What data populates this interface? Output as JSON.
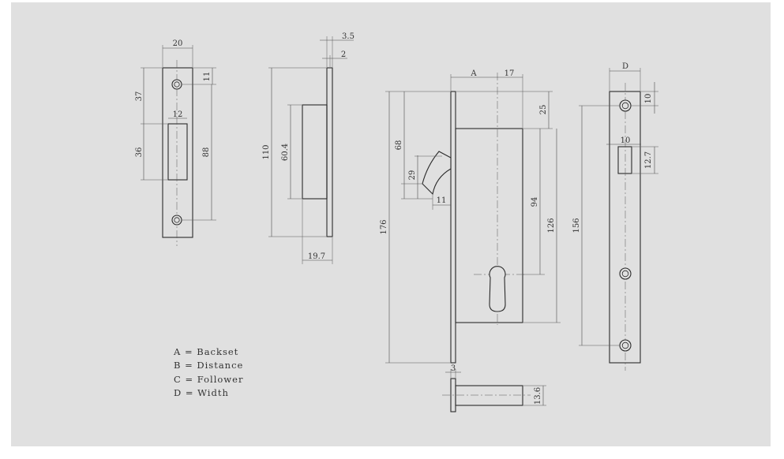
{
  "colors": {
    "page": "#ffffff",
    "panel": "#e0e0e0",
    "line": "#2b2b2b",
    "text": "#333333"
  },
  "views": {
    "strike_front": {
      "dimensions": [
        "20",
        "37",
        "36",
        "12",
        "11",
        "88"
      ]
    },
    "strike_side": {
      "dimensions": [
        "3.5",
        "2",
        "110",
        "60.4",
        "19.7"
      ]
    },
    "lock_body": {
      "dimensions": [
        "A",
        "17",
        "25",
        "68",
        "29",
        "11",
        "94",
        "126",
        "176"
      ]
    },
    "faceplate": {
      "dimensions": [
        "D",
        "10",
        "10",
        "12.7",
        "156"
      ]
    },
    "follower": {
      "dimensions": [
        "3",
        "13.6"
      ]
    }
  },
  "legend": [
    "A = Backset",
    "B = Distance",
    "C = Follower",
    "D = Width"
  ]
}
